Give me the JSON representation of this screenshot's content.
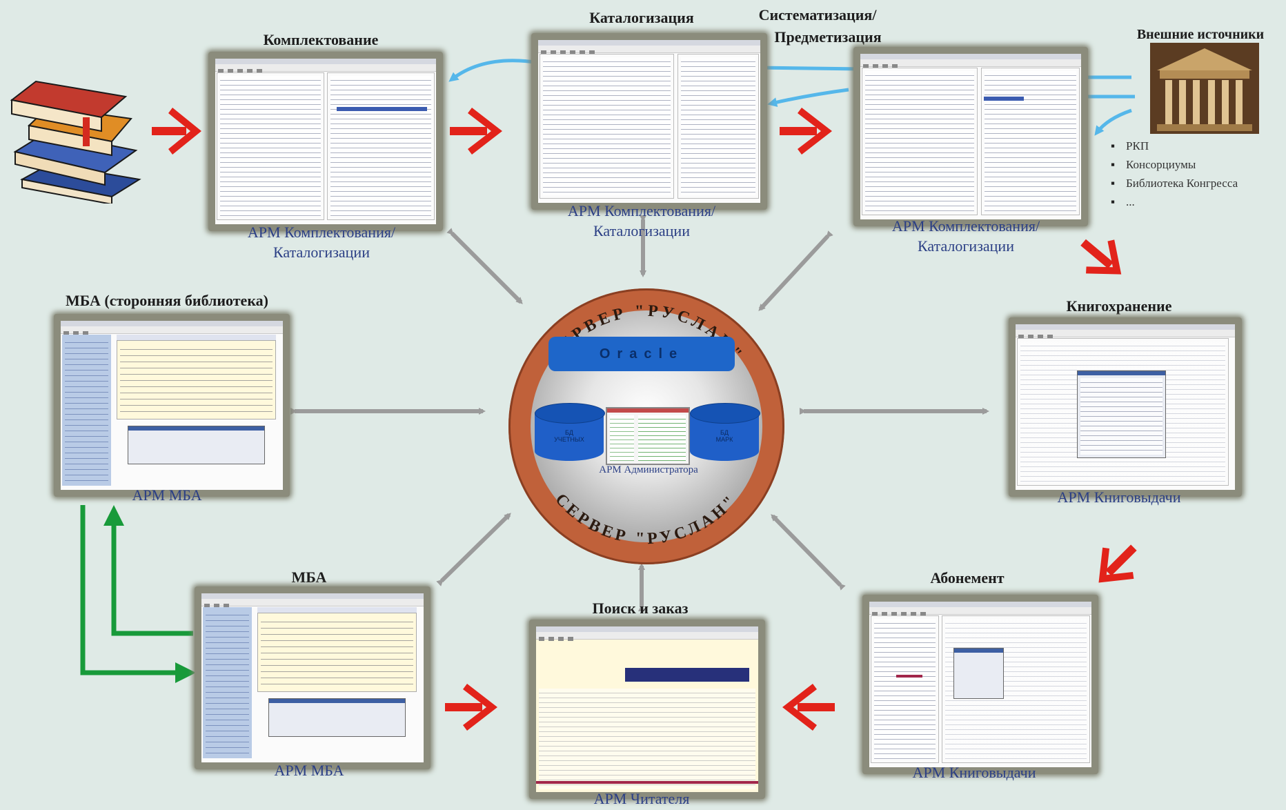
{
  "colors": {
    "background": "#dfeae6",
    "flow_red": "#e2231a",
    "link_gray": "#9b9b9b",
    "feed_blue": "#55b7ea",
    "mba_green": "#189a3a",
    "server_ring": "#c0613a",
    "oracle_blue": "#1e66c9",
    "caption_blue": "#2b3f85"
  },
  "titles": {
    "acquisition": "Комплектование",
    "cataloging": "Каталогизация",
    "systematization_line1": "Систематизация/",
    "systematization_line2": "Предметизация",
    "external_sources": "Внешние источники",
    "ill_other_library": "МБА (сторонняя библиотека)",
    "book_storage": "Книгохранение",
    "ill": "МБА",
    "search_order": "Поиск и заказ",
    "subscription": "Абонемент"
  },
  "captions": {
    "acq_line1": "АРМ Комплектования/",
    "acq_line2": "Каталогизации",
    "cat_line1": "АРМ Комплектования/",
    "cat_line2": "Каталогизации",
    "sys_line1": "АРМ Комплектования/",
    "sys_line2": "Каталогизации",
    "ill_other": "АРМ МБА",
    "storage": "АРМ Книговыдачи",
    "ill": "АРМ МБА",
    "reader": "АРМ Читателя",
    "subscription": "АРМ Книговыдачи"
  },
  "external_list": [
    "РКП",
    "Консорциумы",
    "Библиотека Конгресса",
    "..."
  ],
  "server": {
    "ring_text": "СЕРВЕР \"РУСЛАН\"",
    "oracle_label": "Oracle",
    "db_left": "БД\nУЧЕТНЫХ",
    "db_right": "БД\nМАРК",
    "admin_caption": "АРМ Администратора"
  },
  "icons": {
    "books": "stack-of-books-icon",
    "museum": "library-building-icon"
  }
}
